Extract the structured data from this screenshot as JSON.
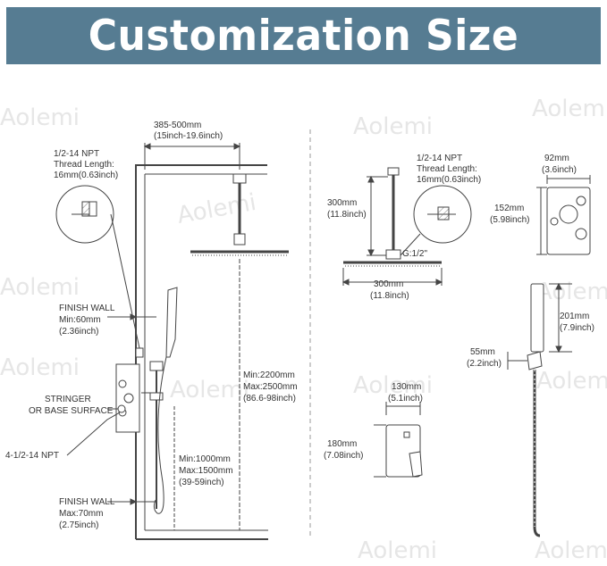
{
  "banner": {
    "title": "Customization Size"
  },
  "watermark": "Aolemi",
  "colors": {
    "banner": "#567c92",
    "line": "#444444",
    "watermark": "#e6e6e6"
  },
  "left_panel": {
    "arm_range_mm": "385-500mm",
    "arm_range_in": "(15inch-19.6inch)",
    "npt_title": "1/2-14 NPT",
    "npt_thread": "Thread Length:",
    "npt_length": "16mm(0.63inch)",
    "finish_wall_top_title": "FINISH WALL",
    "finish_wall_top_min": "Min:60mm",
    "finish_wall_top_in": "(2.36inch)",
    "stringer_1": "STRINGER",
    "stringer_2": "OR BASE SURFACE",
    "npt_bottom": "4-1/2-14 NPT",
    "finish_wall_bottom_title": "FINISH WALL",
    "finish_wall_bottom_max": "Max:70mm",
    "finish_wall_bottom_in": "(2.75inch)",
    "height_min": "Min:2200mm",
    "height_max": "Max:2500mm",
    "height_in": "(86.6-98inch)",
    "slide_min": "Min:1000mm",
    "slide_max": "Max:1500mm",
    "slide_in": "(39-59inch)"
  },
  "right_panel": {
    "arm_mm": "300mm",
    "arm_in": "(11.8inch)",
    "npt_title": "1/2-14 NPT",
    "npt_thread": "Thread Length:",
    "npt_length": "16mm(0.63inch)",
    "thread_g": "G:1/2\"",
    "head_mm": "300mm",
    "head_in": "(11.8inch)",
    "valve_w_mm": "92mm",
    "valve_w_in": "(3.6inch)",
    "valve_h_mm": "152mm",
    "valve_h_in": "(5.98inch)",
    "hand_mm": "201mm",
    "hand_in": "(7.9inch)",
    "holder_mm": "55mm",
    "holder_in": "(2.2inch)",
    "plate_w_mm": "130mm",
    "plate_w_in": "(5.1inch)",
    "plate_h_mm": "180mm",
    "plate_h_in": "(7.08inch)"
  }
}
